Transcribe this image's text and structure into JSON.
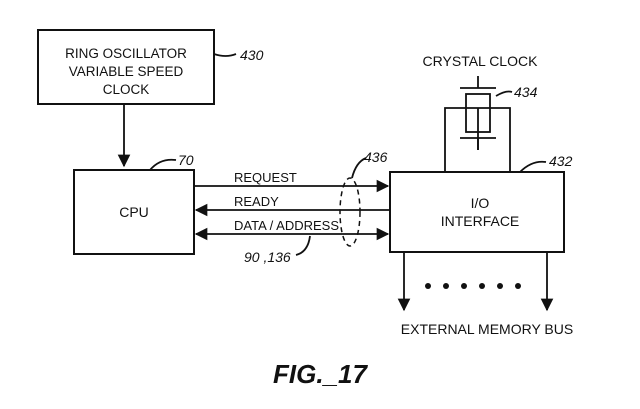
{
  "blocks": {
    "ring_oscillator": {
      "lines": [
        "RING OSCILLATOR",
        "VARIABLE SPEED",
        "CLOCK"
      ],
      "ref": "430"
    },
    "crystal_clock": {
      "label": "CRYSTAL CLOCK",
      "ref": "434"
    },
    "cpu": {
      "label": "CPU",
      "ref": "70"
    },
    "io_interface": {
      "lines": [
        "I/O",
        "INTERFACE"
      ],
      "ref": "432"
    }
  },
  "signals": {
    "request": "REQUEST",
    "ready": "READY",
    "data_address": "DATA / ADDRESS",
    "group_ref": "436",
    "bus_ref": "90 ,136"
  },
  "external_bus": {
    "label": "EXTERNAL MEMORY BUS"
  },
  "figure_caption": "FIG._17"
}
